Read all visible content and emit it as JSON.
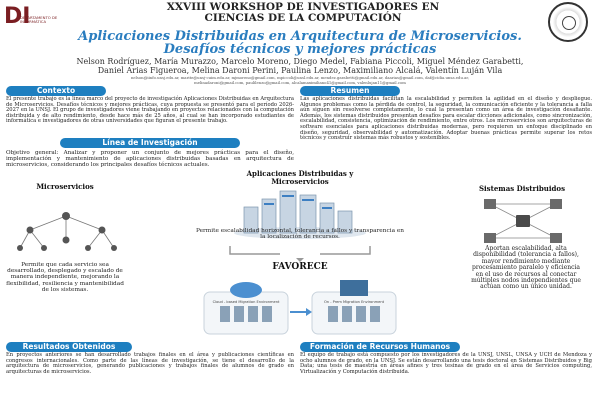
{
  "header": {
    "workshop_line1": "XXVIII WORKSHOP DE INVESTIGADORES EN",
    "workshop_line2": "CIENCIAS DE LA COMPUTACIÓN",
    "logo_letter": "DI",
    "logo_text": "DEPARTAMENTO DE INFORMÁTICA"
  },
  "title": {
    "line1": "Aplicaciones Distribuidas en Arquitectura de Microservicios.",
    "line2": "Desafíos técnicos y mejores prácticas"
  },
  "authors": {
    "line1": "Nelson Rodríguez, María Murazzo, Marcelo Moreno, Diego Medel, Fabiana Piccoli, Miguel Méndez Garabetti,",
    "line2": "Daniel Arias Figueroa, Melina Daroni Perini, Paulina Lenzo, Maximiliano Alcalá, Valentín Luján Vila",
    "emails1": "nelson@iinfo.unsj.edu.ar, marite@unsj-cuim.edu.ar, mjmoreno@gmail.com, mpiccoli@unsl.edu.ar, mendez.garabetti@gmail.edu.ar, daarias@gmail.com, daf@cidia.unsa.edu.ar,",
    "emails2": "melinadaroni@gmail.com, paulilenzo@gmail.com, alcalamaximiliano41@gmail.com, valenlujan11@gmail.com"
  },
  "contexto": {
    "heading": "Contexto",
    "text": "El presente trabajo es la línea marco del proyecto de investigación Aplicaciones Distribuidas en Arquitectura de Microservicios. Desafíos técnicos y mejores prácticas, cuya propuesta se presentó para el período 2026-2027 en la UNSJ. El grupo de investigadores viene trabajando en proyectos relacionados con la computación distribuida y de alto rendimiento, desde hace más de 25 años, al cual se han incorporado estudiantes de informática e investigadores de otras universidades que figuran el presente trabajo."
  },
  "resumen": {
    "heading": "Resumen",
    "text": "Las aplicaciones distribuidas facilitan la escalabilidad y permiten la agilidad en el diseño y despliegue. Algunos problemas como la pérdida de control, la seguridad, la comunicación eficiente y la tolerancia a falla aún siguen sin resolverse completamente, lo cual la presentan como un área de investigación desafiante. Además, los sistemas distribuidos presentan desafíos para escalar dicciones adicionales, como sincronización, escalabilidad, consistencia, optimización de rendimiento, entre otros. Los microservicios son arquitecturas de software esenciales para aplicaciones distribuidas modernas, pero requieren un enfoque disciplinado en diseño, seguridad, observabilidad y automatización. Adoptar buenas prácticas permite superar los retos técnicos y construir sistemas más robustos y sostenibles."
  },
  "linea": {
    "heading": "Línea de Investigación",
    "text": "Objetivo general: Analizar y proponer un conjunto de mejores prácticas para el diseño, implementación y mantenimiento de aplicaciones distribuidas basadas en arquitectura de microservicios, considerando los principales desafíos técnicos actuales."
  },
  "microservicios": {
    "title": "Microservicios",
    "text": "Permite que cada servicio sea desarrollado, desplegado y escalado de manera independiente, mejorando la flexibilidad, resiliencia y mantenibilidad de los sistemas."
  },
  "centro": {
    "title_line1": "Aplicaciones Distribuidas y",
    "title_line2": "Microservicios",
    "text": "Permite escalabilidad horizontal, tolerancia a fallos y transparencia en la localización de recursos.",
    "favorece": "FAVORECE",
    "label_left": "Cloud - based Migration Environment",
    "label_right": "On - Prem Migration Environment"
  },
  "sistemas": {
    "title": "Sistemas Distribuidos",
    "text": "Aportan escalabilidad, alta disponibilidad (tolerancia a fallos), mayor rendimiento mediante procesamiento paralelo y eficiencia en el uso de recursos al conectar múltiples nodos independientes que actúan como un único unidad."
  },
  "resultados": {
    "heading": "Resultados Obtenidos",
    "text": "En proyectos anteriores se han desarrollado trabajos finales en el área y publicaciones científicas en congresos internacionales. Como parte de las líneas de investigación, se tiene el desarrollo de la arquitectura de microservicios, generando publicaciones y trabajos finales de alumnos de grado en arquitecturas de microservicios."
  },
  "formacion": {
    "heading": "Formación de Recursos Humanos",
    "text": "El equipo de trabajo está compuesto por los investigadores de la UNSJ, UNSL, UNSA y UCH de Mendoza y ocho alumnos de grado, en la UNSJ. Se están desarrollando una tesis doctoral en Sistemas Distribuidos y Big Data; una tesis de maestría en áreas afines y tres tesinas de grado en el área de Servicios computing, Virtualización y Computación distribuida."
  },
  "colors": {
    "accent": "#1e7fc0",
    "title": "#2a7dbf",
    "logo": "#7a1e22"
  }
}
